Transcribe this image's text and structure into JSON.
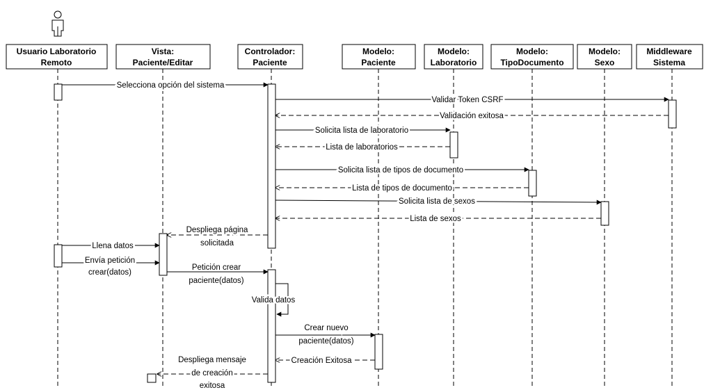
{
  "actor": {
    "label_line1": "Usuario Laboratorio",
    "label_line2": "Remoto"
  },
  "lifelines": [
    {
      "id": "vista",
      "line1": "Vista:",
      "line2": "Paciente/Editar"
    },
    {
      "id": "controlador",
      "line1": "Controlador:",
      "line2": "Paciente"
    },
    {
      "id": "modelo-paciente",
      "line1": "Modelo:",
      "line2": "Paciente"
    },
    {
      "id": "modelo-laboratorio",
      "line1": "Modelo:",
      "line2": "Laboratorio"
    },
    {
      "id": "modelo-tipodocumento",
      "line1": "Modelo:",
      "line2": "TipoDocumento"
    },
    {
      "id": "modelo-sexo",
      "line1": "Modelo:",
      "line2": "Sexo"
    },
    {
      "id": "middleware",
      "line1": "Middleware",
      "line2": "Sistema"
    }
  ],
  "messages": {
    "m1": "Selecciona opción del sistema",
    "m2": "Validar Token CSRF",
    "m3": "Validación exitosa",
    "m4": "Solicita lista de laboratorio",
    "m5": "Lista de laboratorios",
    "m6": "Solicita lista de tipos de documento",
    "m7": "Lista de tipos de documento",
    "m8": "Solicita lista de sexos",
    "m9": "Lista de sexos",
    "m10_l1": "Despliega página",
    "m10_l2": "solicitada",
    "m11": "Llena datos",
    "m12_l1": "Envía petición",
    "m12_l2": "crear(datos)",
    "m13_l1": "Petición crear",
    "m13_l2": "paciente(datos)",
    "m14": "Valida datos",
    "m15_l1": "Crear nuevo",
    "m15_l2": "paciente(datos)",
    "m16": "Creación Exitosa",
    "m17_l1": "Despliega mensaje",
    "m17_l2": "de creación",
    "m17_l3": "exitosa"
  }
}
